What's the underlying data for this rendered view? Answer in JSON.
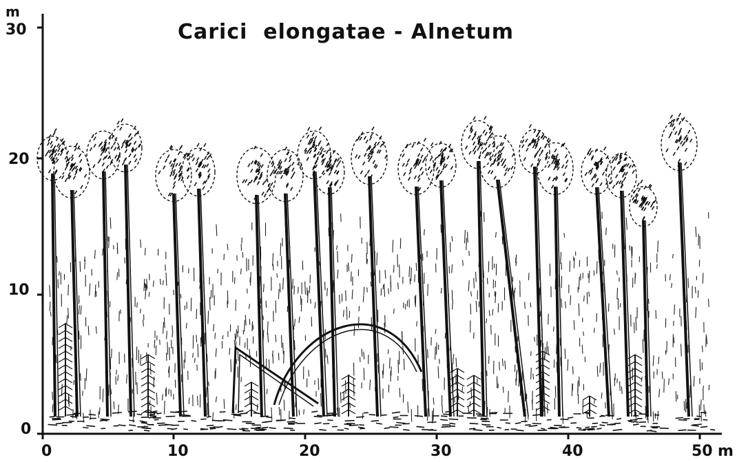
{
  "title": "Carici  elongatae - Alnetum",
  "y_axis": {
    "unit_label": "m",
    "ticks": [
      "0",
      "10",
      "20",
      "30"
    ]
  },
  "x_axis": {
    "unit_label": "m",
    "ticks": [
      "0",
      "10",
      "20",
      "30",
      "40",
      "50"
    ]
  },
  "colors": {
    "ink": "#111111",
    "paper": "#ffffff"
  }
}
